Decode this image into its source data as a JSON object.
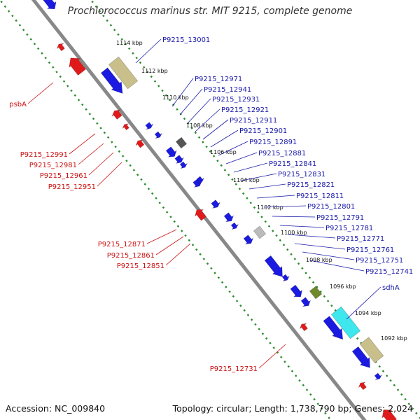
{
  "title": "Prochlorococcus marinus str. MIT 9215, complete genome",
  "footer": {
    "accession": "Accession: NC_009840",
    "topology": "Topology: circular; Length: 1,738,790 bp; Genes: 2,024"
  },
  "colors": {
    "forward_gene": "#1a1ae0",
    "reverse_gene": "#e01a1a",
    "forward_label": "#1a1aaa",
    "reverse_label": "#cc1111",
    "backbone": "#888888",
    "tick_green": "#2c8a2c",
    "rna_tan": "#c8bf8a",
    "rna_cyan": "#3ee6ee",
    "gene_olive": "#6f8a2a",
    "gene_gray": "#555555",
    "gene_lightgray": "#bbbbbb"
  },
  "kbp_labels": [
    "1114 kbp",
    "1112 kbp",
    "1110 kbp",
    "1108 kbp",
    "1106 kbp",
    "1104 kbp",
    "1102 kbp",
    "1100 kbp",
    "1098 kbp",
    "1096 kbp",
    "1094 kbp",
    "1092 kbp"
  ],
  "forward_labels": [
    "P9215_13001",
    "P9215_12971",
    "P9215_12941",
    "P9215_12931",
    "P9215_12921",
    "P9215_12911",
    "P9215_12901",
    "P9215_12891",
    "P9215_12881",
    "P9215_12841",
    "P9215_12831",
    "P9215_12821",
    "P9215_12811",
    "P9215_12801",
    "P9215_12791",
    "P9215_12781",
    "P9215_12771",
    "P9215_12761",
    "P9215_12751",
    "P9215_12741",
    "sdhA"
  ],
  "reverse_labels": [
    "psbA",
    "P9215_12991",
    "P9215_12981",
    "P9215_12961",
    "P9215_12951",
    "P9215_12871",
    "P9215_12861",
    "P9215_12851",
    "P9215_12731"
  ]
}
